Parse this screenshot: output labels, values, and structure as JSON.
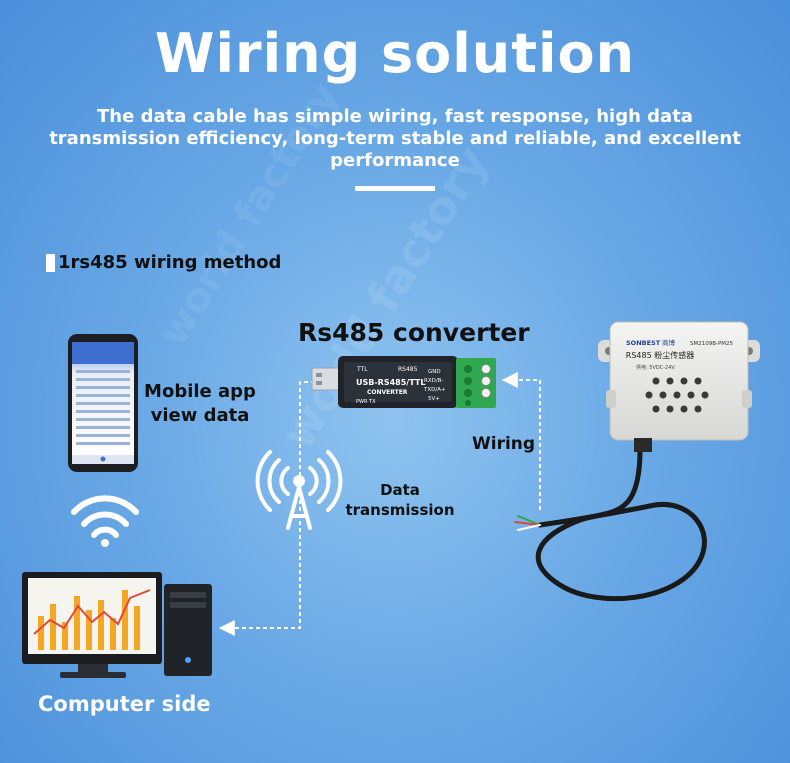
{
  "header": {
    "title": "Wiring solution",
    "subtitle": "The data cable has simple wiring, fast response, high data transmission efficiency, long-term stable and reliable, and excellent performance"
  },
  "section": {
    "label": "1rs485 wiring method"
  },
  "diagram": {
    "converter_title": "Rs485 converter",
    "mobile_label_line1": "Mobile app",
    "mobile_label_line2": "view data",
    "wiring_label": "Wiring",
    "data_label_line1": "Data",
    "data_label_line2": "transmission",
    "computer_label": "Computer side",
    "converter_text": {
      "ttl": "TTL",
      "rs485": "RS485",
      "model": "USB-RS485/TTL",
      "name": "CONVERTER",
      "pins": [
        "GND",
        "RXD/B-",
        "TXD/A+",
        "5V+"
      ],
      "pwr": "PWR  TX"
    },
    "sensor_text": {
      "brand": "SONBEST",
      "brand_cn": "商博",
      "model": "SM2109B-PM25",
      "name": "RS485  粉尘传感器",
      "power": "供电: 5VDC-24V"
    },
    "watermark": "world factory"
  },
  "colors": {
    "accent_green": "#2fa84f",
    "dashed_line": "#ffffff",
    "chart_bar": "#f5a623",
    "chart_line": "#e0483a"
  }
}
